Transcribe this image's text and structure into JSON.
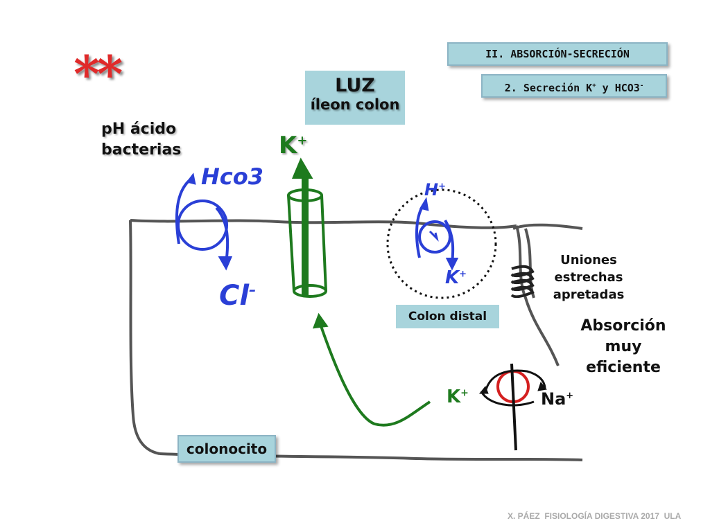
{
  "header": {
    "section": "II. ABSORCIÓN-SECRECIÓN",
    "subsection_prefix": "2. Secreción K",
    "subsection_sup1": "+",
    "subsection_mid": " y HCO3",
    "subsection_sup2": "-"
  },
  "stars": "**",
  "lumen": {
    "title": "LUZ",
    "subtitle": "íleon colon"
  },
  "ph_label": {
    "line1": "pH ácido",
    "line2": "bacterias"
  },
  "k_top": {
    "symbol": "K",
    "charge": "+"
  },
  "k_bottom": {
    "symbol": "K",
    "charge": "+"
  },
  "na": {
    "symbol": "Na",
    "charge": "+"
  },
  "hco3_hand": "Hco3",
  "cl_hand": "Cl",
  "h_hand": "H",
  "k_hand": "K",
  "colon_distal": "Colon distal",
  "tight_junctions": {
    "line1": "Uniones",
    "line2": "estrechas",
    "line3": "apretadas"
  },
  "absorption": {
    "line1": "Absorción muy",
    "line2": "eficiente"
  },
  "cell_label": "colonocito",
  "footer": "X. PÁEZ  FISIOLOGÍA DIGESTIVA 2017  ULA",
  "colors": {
    "box_fill": "#a8d4dc",
    "green": "#1e7a1e",
    "blue": "#2a3fd6",
    "red": "#d42020"
  }
}
